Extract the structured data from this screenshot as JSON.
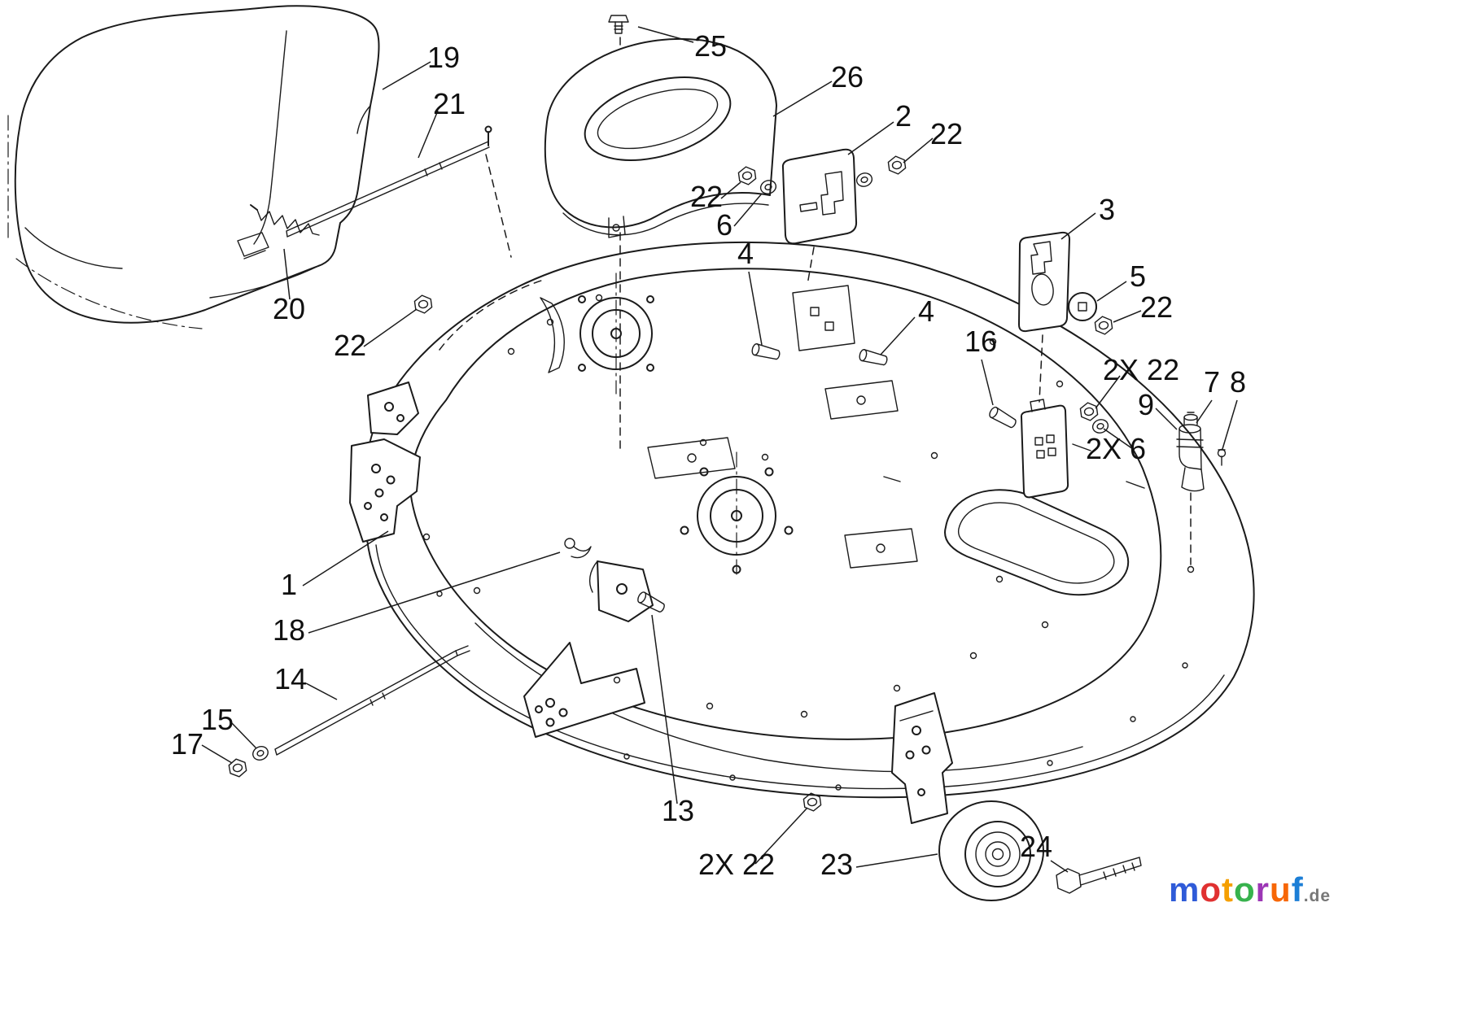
{
  "meta": {
    "background": "#ffffff",
    "ink": "#1b1b1b",
    "diagram_type": "exploded-parts-diagram"
  },
  "callouts": [
    {
      "id": "25",
      "text": "25"
    },
    {
      "id": "19",
      "text": "19"
    },
    {
      "id": "21",
      "text": "21"
    },
    {
      "id": "26",
      "text": "26"
    },
    {
      "id": "2",
      "text": "2"
    },
    {
      "id": "22-a",
      "text": "22"
    },
    {
      "id": "22-b",
      "text": "22"
    },
    {
      "id": "6",
      "text": "6"
    },
    {
      "id": "3",
      "text": "3"
    },
    {
      "id": "5",
      "text": "5"
    },
    {
      "id": "22-c",
      "text": "22"
    },
    {
      "id": "4-a",
      "text": "4"
    },
    {
      "id": "4-b",
      "text": "4"
    },
    {
      "id": "16",
      "text": "16"
    },
    {
      "id": "2x22-a",
      "text": "2X 22"
    },
    {
      "id": "9",
      "text": "9"
    },
    {
      "id": "7",
      "text": "7"
    },
    {
      "id": "8",
      "text": "8"
    },
    {
      "id": "2x6",
      "text": "2X 6"
    },
    {
      "id": "20",
      "text": "20"
    },
    {
      "id": "22-d",
      "text": "22"
    },
    {
      "id": "1",
      "text": "1"
    },
    {
      "id": "18",
      "text": "18"
    },
    {
      "id": "14",
      "text": "14"
    },
    {
      "id": "15",
      "text": "15"
    },
    {
      "id": "17",
      "text": "17"
    },
    {
      "id": "13",
      "text": "13"
    },
    {
      "id": "2x22-b",
      "text": "2X 22"
    },
    {
      "id": "23",
      "text": "23"
    },
    {
      "id": "24",
      "text": "24"
    }
  ],
  "watermark": {
    "letters": [
      {
        "ch": "m",
        "color": "#2f5bd8"
      },
      {
        "ch": "o",
        "color": "#e03131"
      },
      {
        "ch": "t",
        "color": "#f59f00"
      },
      {
        "ch": "o",
        "color": "#37b24d"
      },
      {
        "ch": "r",
        "color": "#9c36b5"
      },
      {
        "ch": "u",
        "color": "#f76707"
      },
      {
        "ch": "f",
        "color": "#1c7ed6"
      }
    ],
    "tld": ".de",
    "tld_color": "#777777"
  }
}
